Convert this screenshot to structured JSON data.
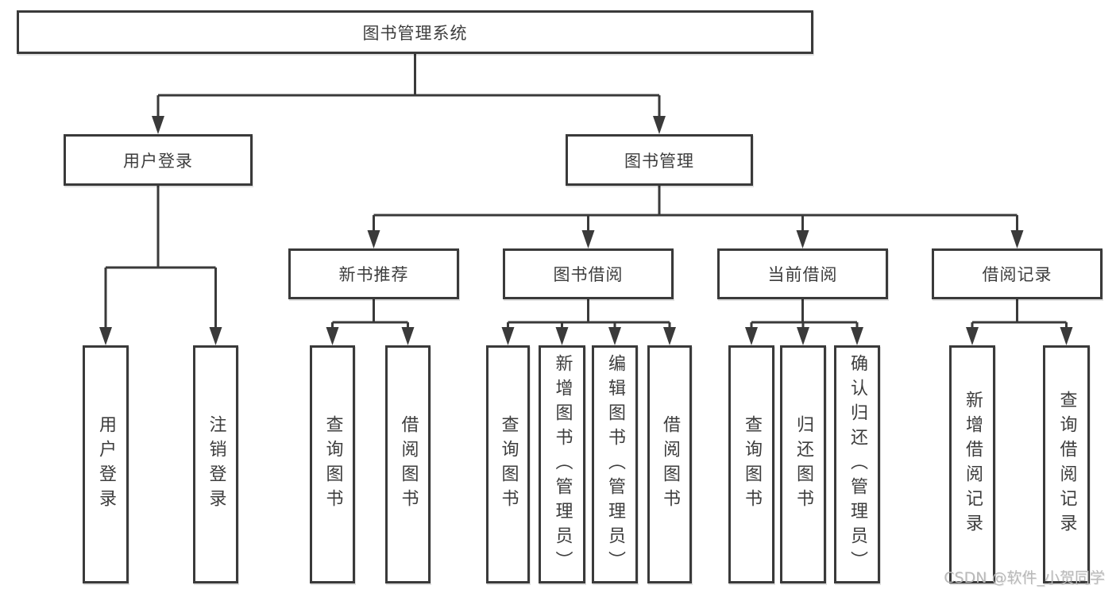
{
  "tree": {
    "root": "图书管理系统",
    "children": [
      {
        "label": "用户登录",
        "children": [
          "用户登录",
          "注销登录"
        ]
      },
      {
        "label": "图书管理",
        "children": [
          {
            "label": "新书推荐",
            "children": [
              "查询图书",
              "借阅图书"
            ]
          },
          {
            "label": "图书借阅",
            "children": [
              "查询图书",
              "新增图书（管理员）",
              "编辑图书（管理员）",
              "借阅图书"
            ]
          },
          {
            "label": "当前借阅",
            "children": [
              "查询图书",
              "归还图书",
              "确认归还（管理员）"
            ]
          },
          {
            "label": "借阅记录",
            "children": [
              "新增借阅记录",
              "查询借阅记录"
            ]
          }
        ]
      }
    ]
  },
  "watermark": {
    "text": "CSDN @软件_小贺同学"
  },
  "colors": {
    "line": "#3a3a3a",
    "box_border": "#3a3a3a",
    "text": "#3d3d3d",
    "watermark": "#b9b9b9",
    "background": "#ffffff"
  }
}
